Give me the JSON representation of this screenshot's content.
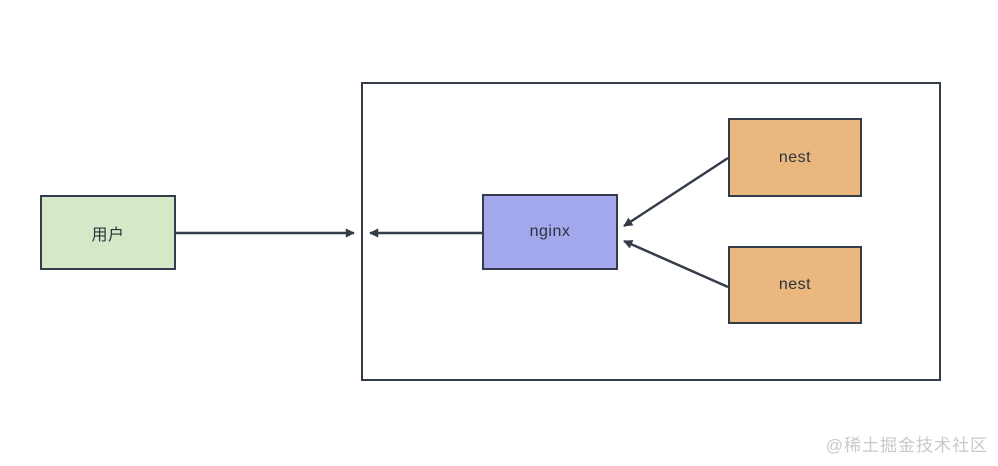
{
  "diagram": {
    "user": {
      "label": "用户"
    },
    "nginx": {
      "label": "nginx"
    },
    "nest_nodes": [
      {
        "label": "nest"
      },
      {
        "label": "nest"
      }
    ]
  },
  "watermark": {
    "text": "@稀土掘金技术社区"
  },
  "colors": {
    "border": "#343c4a",
    "arrow": "#343c4a",
    "label": "#2b3340",
    "user-fill": "#d6e8c8",
    "nginx-fill": "#a3a7ec",
    "nest-fill": "#eab77f",
    "watermark": "#c9c9c9",
    "canvas-bg": "#ffffff"
  }
}
